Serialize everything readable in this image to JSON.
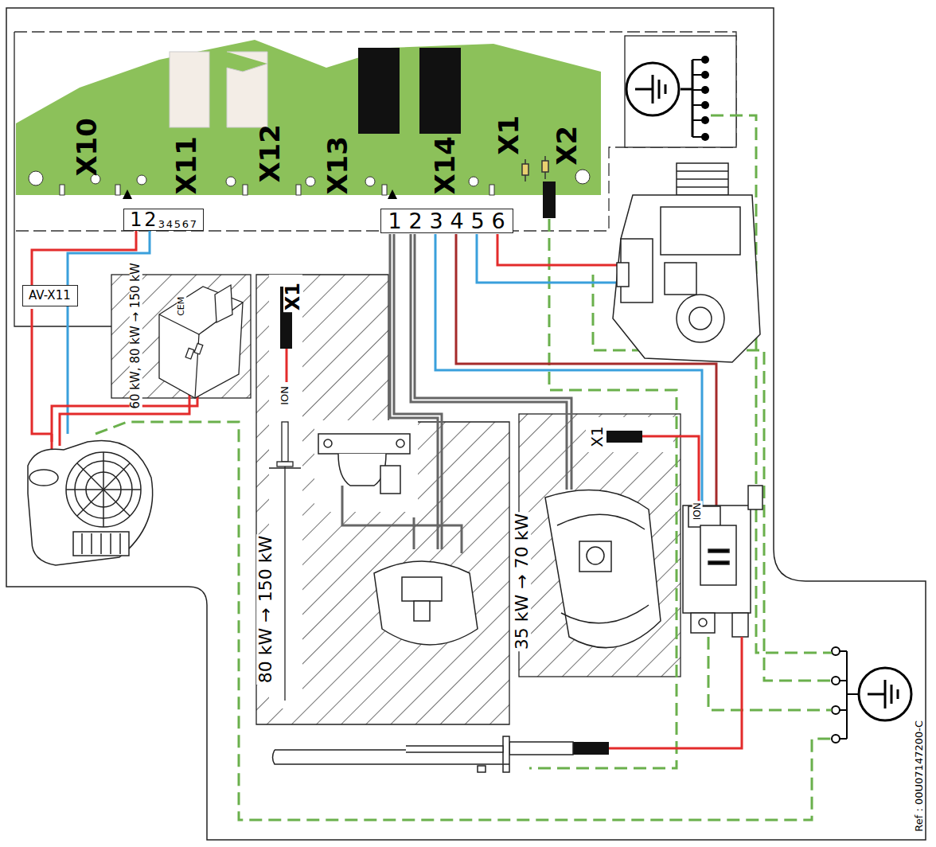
{
  "diagram": {
    "nodes": [
      {
        "text": [
          "1",
          "2",
          "3",
          "4",
          "5",
          "6",
          "7"
        ]
      },
      {
        "text": [
          "1",
          "2",
          "3",
          "4",
          "5",
          "6"
        ]
      },
      {
        "text": [
          "AV-X11"
        ]
      }
    ],
    "edges": [
      {
        "from": 0,
        "to": 2,
        "arrow": "none"
      }
    ],
    "labels": [
      "X10",
      "X11",
      "X12",
      "X13",
      "X14",
      "X1",
      "X2",
      "60 kW, 80 kW → 150 kW",
      "CEM",
      "X1",
      "ION",
      "80 kW → 150 kW",
      "35 kW → 70 kW",
      "X1",
      "ION",
      "Ref : 00U07147200-C"
    ]
  }
}
